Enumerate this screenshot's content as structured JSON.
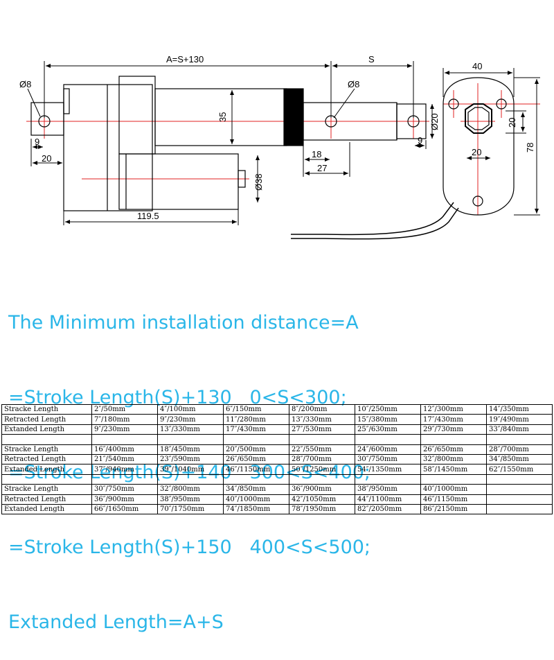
{
  "drawing": {
    "dim_A": "A=S+130",
    "dim_S": "S",
    "dim_40": "40",
    "dim_phi8_left": "Ø8",
    "dim_phi8_right": "Ø8",
    "dim_35": "35",
    "dim_phi20": "Ø20",
    "dim_20_right": "20",
    "dim_20_bottom": "20",
    "dim_78": "78",
    "dim_9_left": "9",
    "dim_9_right": "9",
    "dim_20_left": "20",
    "dim_18": "18",
    "dim_27": "27",
    "dim_phi38": "Ø38",
    "dim_119_5": "119.5"
  },
  "notes": [
    "The Minimum installation distance=A",
    "=Stroke Length(S)+130   0<S<300;",
    "=Stroke Length(S)+140   300<S<400;",
    "=Stroke Length(S)+150   400<S<500;",
    "Extanded Length=A+S"
  ],
  "table": {
    "rows": [
      [
        "Stracke Length",
        "2″/50mm",
        "4″/100mm",
        "6″/150mm",
        "8″/200mm",
        "10″/250mm",
        "12″/300mm",
        "14″/350mm"
      ],
      [
        "Retracted Length",
        "7″/180mm",
        "9″/230mm",
        "11″/280mm",
        "13″/330mm",
        "15″/380mm",
        "17″/430mm",
        "19″/490mm"
      ],
      [
        "Extanded Length",
        "9″/230mm",
        "13″/330mm",
        "17″/430mm",
        "27″/530mm",
        "25″/630mm",
        "29″/730mm",
        "33″/840mm"
      ],
      [
        "",
        "",
        "",
        "",
        "",
        "",
        "",
        ""
      ],
      [
        "Stracke Length",
        "16″/400mm",
        "18″/450mm",
        "20″/500mm",
        "22″/550mm",
        "24″/600mm",
        "26″/650mm",
        "28″/700mm"
      ],
      [
        "Retracted Length",
        "21″/540mm",
        "23″/590mm",
        "26″/650mm",
        "28″/700mm",
        "30″/750mm",
        "32″/800mm",
        "34″/850mm"
      ],
      [
        "Extanded Length",
        "37″/940mm",
        "39″/1040mm",
        "46″/1150mm",
        "50″/1250mm",
        "54″/1350mm",
        "58″/1450mm",
        "62″/1550mm"
      ],
      [
        "",
        "",
        "",
        "",
        "",
        "",
        "",
        ""
      ],
      [
        "Stracke Length",
        "30″/750mm",
        "32″/800mm",
        "34″/850mm",
        "36″/900mm",
        "38″/950mm",
        "40″/1000mm",
        ""
      ],
      [
        "Retracted Length",
        "36″/900mm",
        "38″/950mm",
        "40″/1000mm",
        "42″/1050mm",
        "44″/1100mm",
        "46″/1150mm",
        ""
      ],
      [
        "Extanded Length",
        "66″/1650mm",
        "70″/1750mm",
        "74″/1850mm",
        "78″/1950mm",
        "82″/2050mm",
        "86″/2150mm",
        ""
      ]
    ]
  }
}
